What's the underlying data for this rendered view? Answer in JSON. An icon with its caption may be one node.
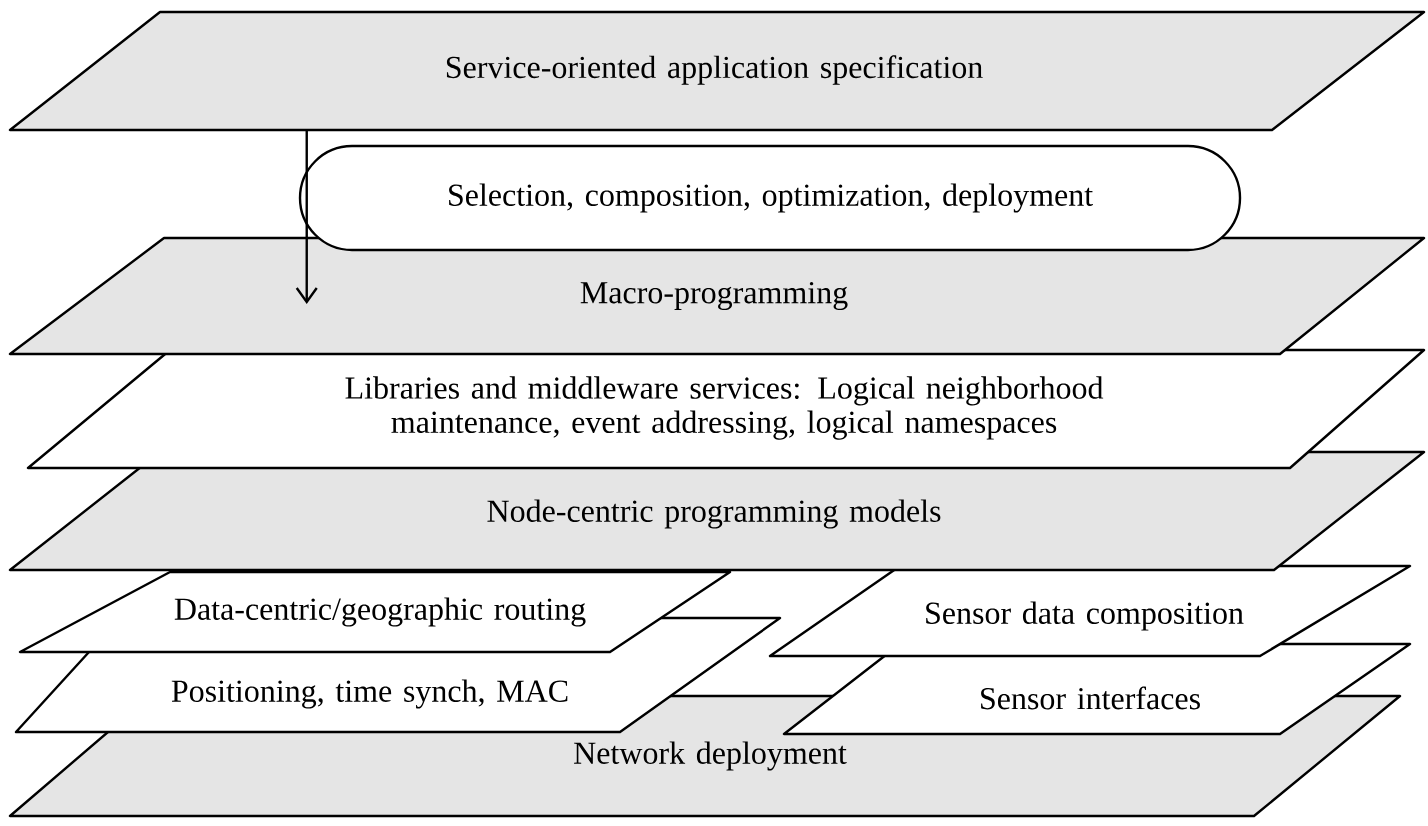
{
  "diagram": {
    "nodes": [
      {
        "text": [
          "Service-oriented application specification"
        ]
      },
      {
        "text": [
          "Selection, composition, optimization, deployment"
        ]
      },
      {
        "text": [
          "Macro-programming"
        ]
      },
      {
        "text": [
          "Libraries and middleware services: Logical neighborhood maintenance, event addressing, logical namespaces"
        ]
      },
      {
        "text": [
          "Node-centric programming models"
        ]
      },
      {
        "text": [
          "Data-centric/geographic routing"
        ]
      },
      {
        "text": [
          "Sensor data composition"
        ]
      },
      {
        "text": [
          "Positioning, time synch, MAC"
        ]
      },
      {
        "text": [
          "Sensor interfaces"
        ]
      },
      {
        "text": [
          "Network deployment"
        ]
      }
    ],
    "edges": [
      {
        "from": 0,
        "to": 2,
        "arrow": "to"
      }
    ]
  }
}
